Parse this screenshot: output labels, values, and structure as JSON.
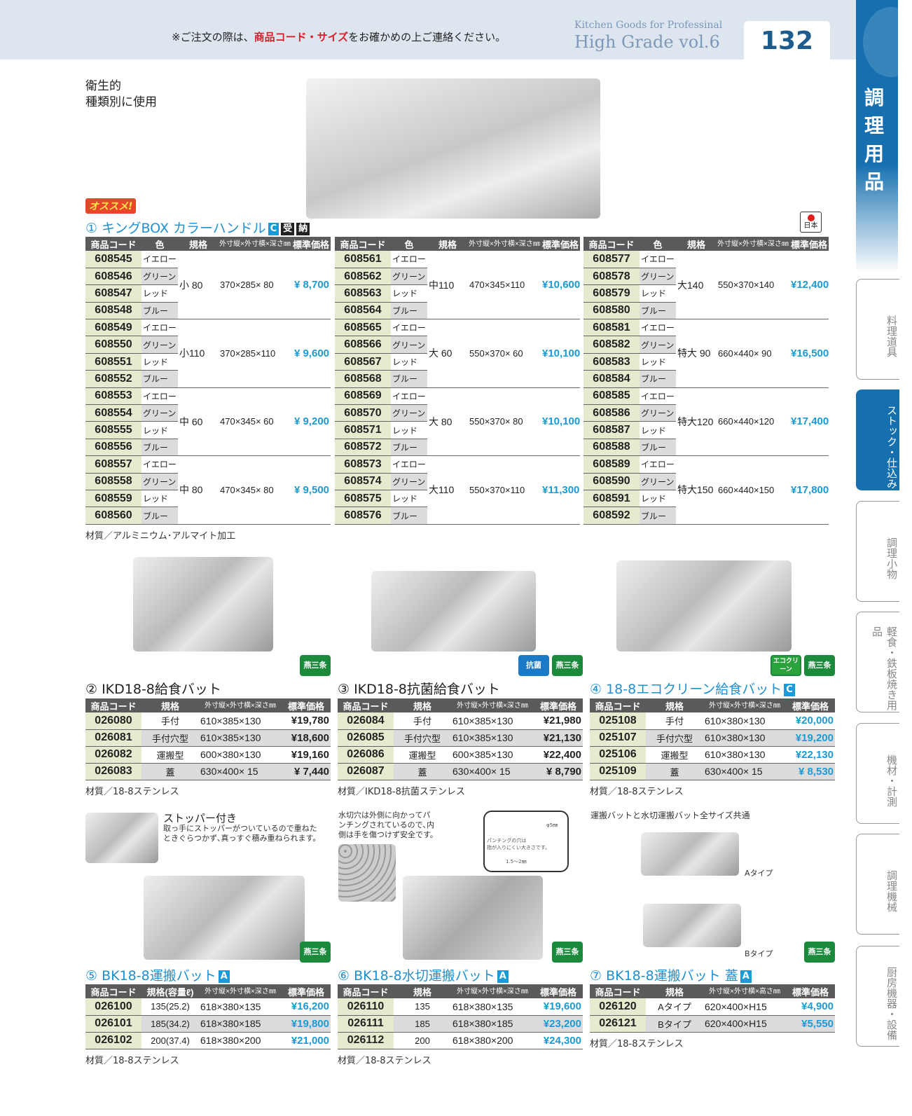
{
  "header": {
    "notice_pre": "※ご注文の際は、",
    "notice_red": "商品コード・サイズ",
    "notice_post": "をお確かめの上ご連絡ください。",
    "brand_sub": "Kitchen Goods for Professinal",
    "brand": "High Grade vol.6",
    "page_number": "132"
  },
  "sidebar": {
    "category": "調理用品",
    "tabs": [
      {
        "label": "料理道具",
        "active": false
      },
      {
        "label": "ストック・仕込み",
        "active": true
      },
      {
        "label": "調理小物",
        "active": false
      },
      {
        "label": "軽食・鉄板焼き用品",
        "active": false
      },
      {
        "label": "機材・計測",
        "active": false
      },
      {
        "label": "調理機械",
        "active": false
      },
      {
        "label": "厨房機器・設備",
        "active": false
      }
    ]
  },
  "intro": {
    "line1": "衛生的",
    "line2": "種類別に使用"
  },
  "colors": {
    "accent": "#1a9ad6",
    "sidebar": "#1670b0",
    "header_bg": "#dde5ef",
    "table_header": "#5a5a5a"
  },
  "section1": {
    "recommend": "オススメ!",
    "title": "① キングBOX カラーハンドル",
    "badges": [
      "C",
      "受",
      "納"
    ],
    "origin": "日本",
    "headers": [
      "商品コード",
      "色",
      "規格",
      "外寸縦×外寸横×深さ㎜",
      "標準価格"
    ],
    "colors": [
      "イエロー",
      "グリーン",
      "レッド",
      "ブルー"
    ],
    "columns": [
      [
        {
          "codes": [
            "608545",
            "608546",
            "608547",
            "608548"
          ],
          "size": "小 80",
          "dims": "370×285× 80",
          "price": "¥ 8,700"
        },
        {
          "codes": [
            "608549",
            "608550",
            "608551",
            "608552"
          ],
          "size": "小110",
          "dims": "370×285×110",
          "price": "¥ 9,600"
        },
        {
          "codes": [
            "608553",
            "608554",
            "608555",
            "608556"
          ],
          "size": "中 60",
          "dims": "470×345× 60",
          "price": "¥ 9,200"
        },
        {
          "codes": [
            "608557",
            "608558",
            "608559",
            "608560"
          ],
          "size": "中 80",
          "dims": "470×345× 80",
          "price": "¥ 9,500"
        }
      ],
      [
        {
          "codes": [
            "608561",
            "608562",
            "608563",
            "608564"
          ],
          "size": "中110",
          "dims": "470×345×110",
          "price": "¥10,600"
        },
        {
          "codes": [
            "608565",
            "608566",
            "608567",
            "608568"
          ],
          "size": "大 60",
          "dims": "550×370× 60",
          "price": "¥10,100"
        },
        {
          "codes": [
            "608569",
            "608570",
            "608571",
            "608572"
          ],
          "size": "大 80",
          "dims": "550×370× 80",
          "price": "¥10,100"
        },
        {
          "codes": [
            "608573",
            "608574",
            "608575",
            "608576"
          ],
          "size": "大110",
          "dims": "550×370×110",
          "price": "¥11,300"
        }
      ],
      [
        {
          "codes": [
            "608577",
            "608578",
            "608579",
            "608580"
          ],
          "size": "大140",
          "dims": "550×370×140",
          "price": "¥12,400"
        },
        {
          "codes": [
            "608581",
            "608582",
            "608583",
            "608584"
          ],
          "size": "特大 90",
          "dims": "660×440× 90",
          "price": "¥16,500"
        },
        {
          "codes": [
            "608585",
            "608586",
            "608587",
            "608588"
          ],
          "size": "特大120",
          "dims": "660×440×120",
          "price": "¥17,400"
        },
        {
          "codes": [
            "608589",
            "608590",
            "608591",
            "608592"
          ],
          "size": "特大150",
          "dims": "660×440×150",
          "price": "¥17,800"
        }
      ]
    ],
    "material": "材質／アルミニウム･アルマイト加工"
  },
  "products": [
    {
      "title": "② IKD18-8給食バット",
      "badges": [],
      "marks": [
        "燕三条"
      ],
      "blue_price": false,
      "headers": [
        "商品コード",
        "規格",
        "外寸縦×外寸横×深さ㎜",
        "標準価格"
      ],
      "rows": [
        [
          "026080",
          "手付",
          "610×385×130",
          "¥19,780"
        ],
        [
          "026081",
          "手付穴型",
          "610×385×130",
          "¥18,600"
        ],
        [
          "026082",
          "運搬型",
          "600×380×130",
          "¥19,160"
        ],
        [
          "026083",
          "蓋",
          "630×400× 15",
          "¥ 7,440"
        ]
      ],
      "material": "材質／18-8ステンレス"
    },
    {
      "title": "③ IKD18-8抗菌給食バット",
      "badges": [],
      "marks": [
        "抗菌",
        "燕三条"
      ],
      "blue_price": false,
      "headers": [
        "商品コード",
        "規格",
        "外寸縦×外寸横×深さ㎜",
        "標準価格"
      ],
      "rows": [
        [
          "026084",
          "手付",
          "610×385×130",
          "¥21,980"
        ],
        [
          "026085",
          "手付穴型",
          "610×385×130",
          "¥21,130"
        ],
        [
          "026086",
          "運搬型",
          "600×385×130",
          "¥22,400"
        ],
        [
          "026087",
          "蓋",
          "630×400× 15",
          "¥ 8,790"
        ]
      ],
      "material": "材質／IKD18-8抗菌ステンレス"
    },
    {
      "title": "④ 18-8エコクリーン給食バット",
      "badges": [
        "C"
      ],
      "marks": [
        "エコクリーン",
        "燕三条"
      ],
      "blue_price": true,
      "headers": [
        "商品コード",
        "規格",
        "外寸縦×外寸横×深さ㎜",
        "標準価格"
      ],
      "rows": [
        [
          "025108",
          "手付",
          "610×380×130",
          "¥20,000"
        ],
        [
          "025107",
          "手付穴型",
          "610×380×130",
          "¥19,200"
        ],
        [
          "025106",
          "運搬型",
          "610×380×130",
          "¥22,130"
        ],
        [
          "025109",
          "蓋",
          "630×400× 15",
          "¥ 8,530"
        ]
      ],
      "material": "材質／18-8ステンレス"
    },
    {
      "title": "⑤ BK18-8運搬バット",
      "badges": [
        "A"
      ],
      "marks": [
        "燕三条"
      ],
      "blue_price": true,
      "headers": [
        "商品コード",
        "規格(容量ℓ)",
        "外寸縦×外寸横×深さ㎜",
        "標準価格"
      ],
      "rows": [
        [
          "026100",
          "135(25.2)",
          "618×380×135",
          "¥16,200"
        ],
        [
          "026101",
          "185(34.2)",
          "618×380×185",
          "¥19,800"
        ],
        [
          "026102",
          "200(37.4)",
          "618×380×200",
          "¥21,000"
        ]
      ],
      "material": "材質／18-8ステンレス"
    },
    {
      "title": "⑥ BK18-8水切運搬バット",
      "badges": [
        "A"
      ],
      "marks": [
        "燕三条"
      ],
      "blue_price": true,
      "headers": [
        "商品コード",
        "規格",
        "外寸縦×外寸横×深さ㎜",
        "標準価格"
      ],
      "rows": [
        [
          "026110",
          "135",
          "618×380×135",
          "¥19,600"
        ],
        [
          "026111",
          "185",
          "618×380×185",
          "¥23,200"
        ],
        [
          "026112",
          "200",
          "618×380×200",
          "¥24,300"
        ]
      ],
      "material": "材質／18-8ステンレス"
    },
    {
      "title": "⑦ BK18-8運搬バット 蓋",
      "badges": [
        "A"
      ],
      "marks": [
        "燕三条"
      ],
      "blue_price": true,
      "headers": [
        "商品コード",
        "規格",
        "外寸縦×外寸横×高さ㎜",
        "標準価格"
      ],
      "rows": [
        [
          "026120",
          "Aタイプ",
          "620×400×H15",
          "¥4,900"
        ],
        [
          "026121",
          "Bタイプ",
          "620×400×H15",
          "¥5,550"
        ]
      ],
      "material": "材質／18-8ステンレス"
    }
  ],
  "captions": {
    "stopper_title": "ストッパー付き",
    "stopper_text1": "取っ手にストッパーがついているので重ねた",
    "stopper_text2": "ときぐらつかず､真っすぐ積み重ねられます。",
    "drain_text1": "水切穴は外側に向かってパ",
    "drain_text2": "ンチングされているので､内",
    "drain_text3": "側は手を傷つけず安全です。",
    "detail_note1": "パンチングの穴は",
    "detail_note2": "指が入りにくい大きさです。",
    "detail_dia": "φ5㎜",
    "detail_size": "1.5〜2㎜",
    "lid_common": "運搬バットと水切運搬バット全サイズ共通",
    "lid_a": "Aタイプ",
    "lid_b": "Bタイプ"
  }
}
